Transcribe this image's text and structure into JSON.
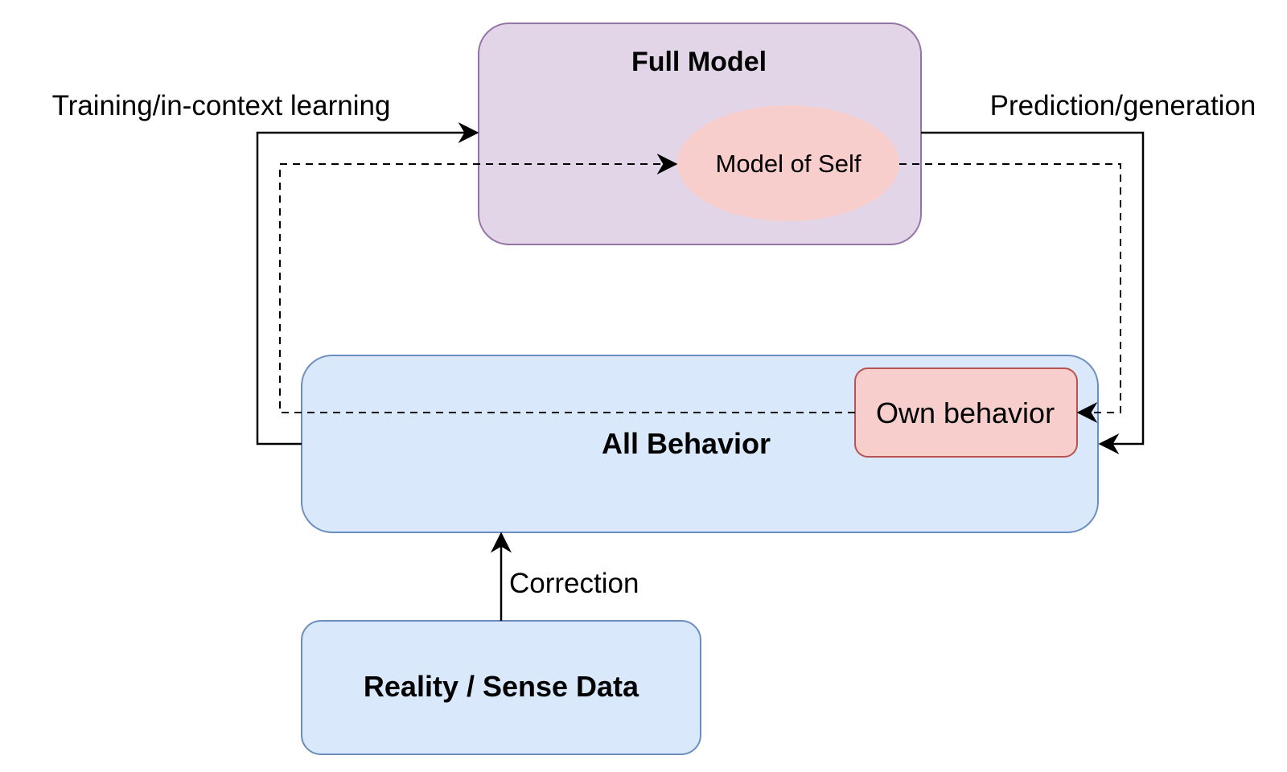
{
  "nodes": {
    "full_model": {
      "label": "Full Model",
      "fill": "#e1d5e7",
      "stroke": "#9673a6"
    },
    "model_of_self": {
      "label": "Model of Self",
      "fill": "#f8cecc"
    },
    "all_behavior": {
      "label": "All Behavior",
      "fill": "#dae8fc",
      "stroke": "#6c8ebf"
    },
    "own_behavior": {
      "label": "Own behavior",
      "fill": "#f8cecc",
      "stroke": "#b85450"
    },
    "reality": {
      "label": "Reality / Sense Data",
      "fill": "#dae8fc",
      "stroke": "#6c8ebf"
    }
  },
  "edges": {
    "training": {
      "label": "Training/in-context learning"
    },
    "prediction": {
      "label": "Prediction/generation"
    },
    "correction": {
      "label": "Correction"
    }
  },
  "colors": {
    "line": "#000000",
    "text": "#000000"
  }
}
